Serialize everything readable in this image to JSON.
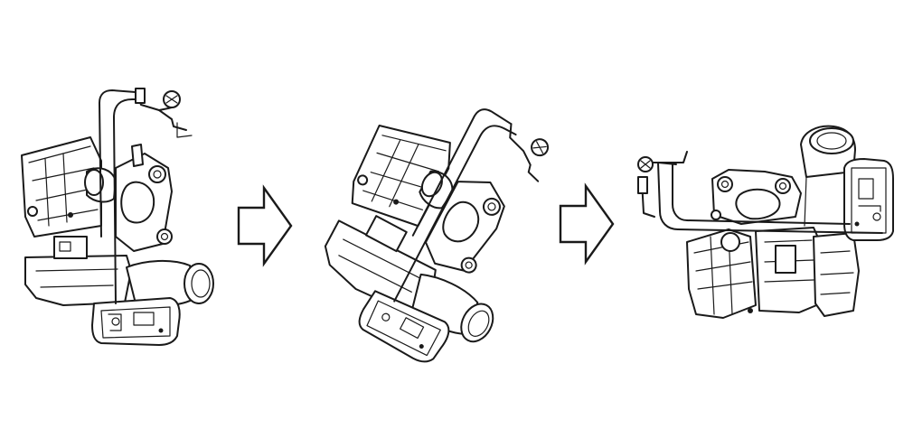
{
  "figure": {
    "panels": [
      {
        "id": "step-1",
        "orientation": "upright"
      },
      {
        "id": "step-2",
        "orientation": "tilted"
      },
      {
        "id": "step-3",
        "orientation": "rotated"
      }
    ],
    "arrows": [
      {
        "icon": "right-arrow-icon",
        "direction": "right"
      },
      {
        "icon": "right-arrow-icon",
        "direction": "right"
      }
    ],
    "colors": {
      "line": "#1a1a1a",
      "background": "#ffffff"
    }
  }
}
